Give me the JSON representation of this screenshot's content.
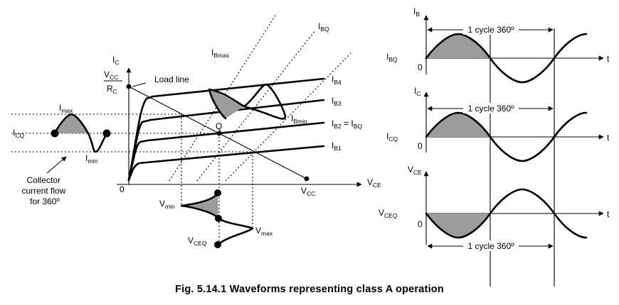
{
  "caption": "Fig. 5.14.1 Waveforms representing class A operation",
  "characteristics": {
    "y_axis": {
      "main": "I",
      "sub": "C"
    },
    "x_axis": {
      "main": "V",
      "sub": "CE"
    },
    "origin": "0",
    "vcc_over_rc": {
      "num_main": "V",
      "num_sub": "CC",
      "den_main": "R",
      "den_sub": "C"
    },
    "vcc": {
      "main": "V",
      "sub": "CC"
    },
    "load_line": "Load line",
    "curves": [
      {
        "main": "I",
        "sub": "B4"
      },
      {
        "main": "I",
        "sub": "B3"
      },
      {
        "main": "I",
        "sub": "B2",
        "suffix": " = I",
        "suffix_sub": "BQ"
      },
      {
        "main": "I",
        "sub": "B1"
      }
    ],
    "ibmax": {
      "main": "I",
      "sub": "Bmax"
    },
    "ibq": {
      "main": "I",
      "sub": "BQ"
    },
    "ibmin": {
      "main": "I",
      "sub": "Bmin"
    },
    "q_point": "Q"
  },
  "collector_current": {
    "imax": {
      "main": "I",
      "sub": "max"
    },
    "imin": {
      "main": "I",
      "sub": "min"
    },
    "icq": {
      "main": "I",
      "sub": "CQ"
    },
    "note_lines": [
      "Collector",
      "current flow",
      "for 360º"
    ]
  },
  "vce_wave": {
    "vmin": {
      "main": "V",
      "sub": "min"
    },
    "vmax": {
      "main": "V",
      "sub": "max"
    },
    "vceq": {
      "main": "V",
      "sub": "CEQ"
    }
  },
  "waveforms": [
    {
      "y_main": "I",
      "y_sub": "B",
      "ref_main": "I",
      "ref_sub": "BQ",
      "t": "t",
      "zero": "0",
      "cycle": "1 cycle 360º"
    },
    {
      "y_main": "I",
      "y_sub": "C",
      "ref_main": "I",
      "ref_sub": "CQ",
      "t": "t",
      "zero": "0",
      "cycle": "1 cycle 360º"
    },
    {
      "y_main": "V",
      "y_sub": "CE",
      "ref_main": "V",
      "ref_sub": "CEQ",
      "t": "t",
      "zero": "0",
      "cycle": "1 cycle 360º"
    }
  ]
}
